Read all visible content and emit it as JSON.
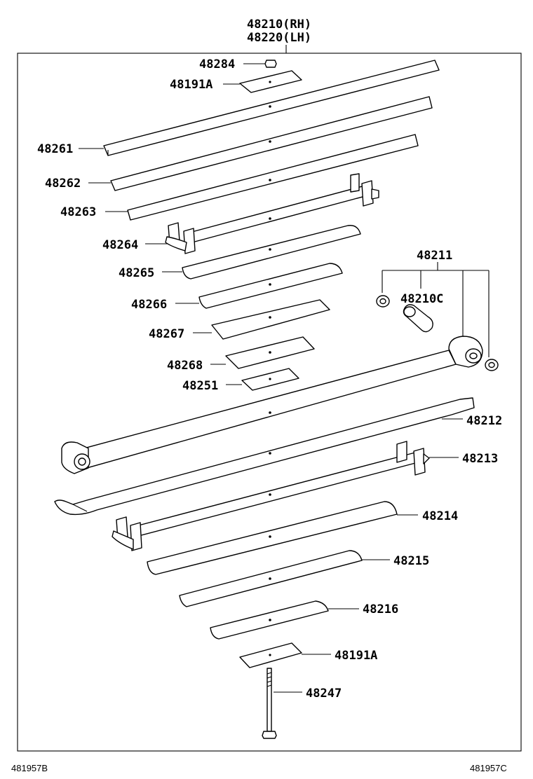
{
  "header": {
    "rh": "48210(RH)",
    "lh": "48220(LH)"
  },
  "labels": {
    "p48284": "48284",
    "p48191a_top": "48191A",
    "p48261": "48261",
    "p48262": "48262",
    "p48263": "48263",
    "p48264": "48264",
    "p48265": "48265",
    "p48266": "48266",
    "p48267": "48267",
    "p48268": "48268",
    "p48251": "48251",
    "p48211": "48211",
    "p48210c": "48210C",
    "p48212": "48212",
    "p48213": "48213",
    "p48214": "48214",
    "p48215": "48215",
    "p48216": "48216",
    "p48191a_bot": "48191A",
    "p48247": "48247"
  },
  "footer": {
    "left": "481957B",
    "right": "481957C"
  }
}
